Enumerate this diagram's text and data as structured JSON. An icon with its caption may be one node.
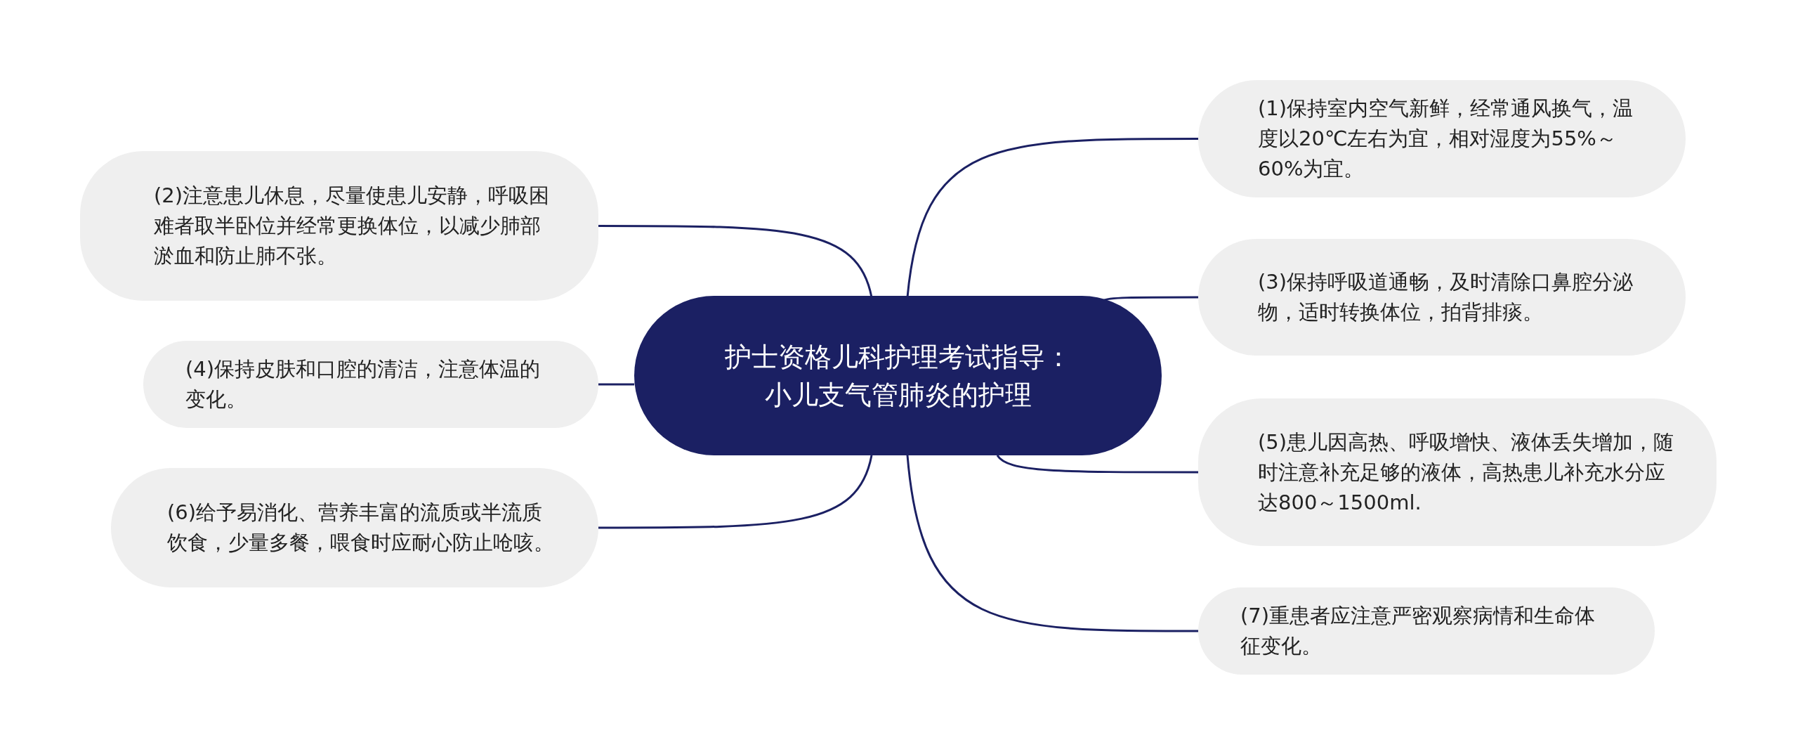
{
  "diagram": {
    "nodes": [
      {
        "text": [
          "护士资格儿科护理考试指导：小儿支气管肺炎的护理"
        ]
      },
      {
        "text": [
          "(1)保持室内空气新鲜，经常通风换气，温度以20℃左右为宜，相对湿度为55%～60%为宜。"
        ]
      },
      {
        "text": [
          "(2)注意患儿休息，尽量使患儿安静，呼吸困难者取半卧位并经常更换体位，以减少肺部淤血和防止肺不张。"
        ]
      },
      {
        "text": [
          "(3)保持呼吸道通畅，及时清除口鼻腔分泌物，适时转换体位，拍背排痰。"
        ]
      },
      {
        "text": [
          "(4)保持皮肤和口腔的清洁，注意体温的变化。"
        ]
      },
      {
        "text": [
          "(5)患儿因高热、呼吸增快、液体丢失增加，随时注意补充足够的液体，高热患儿补充水分应达800～1500ml."
        ]
      },
      {
        "text": [
          "(6)给予易消化、营养丰富的流质或半流质饮食，少量多餐，喂食时应耐心防止呛咳。"
        ]
      },
      {
        "text": [
          "(7)重患者应注意严密观察病情和生命体征变化。"
        ]
      }
    ],
    "edges": [
      {
        "from": 0,
        "to": 1,
        "arrow": "none"
      },
      {
        "from": 0,
        "to": 2,
        "arrow": "none"
      },
      {
        "from": 0,
        "to": 3,
        "arrow": "none"
      },
      {
        "from": 0,
        "to": 4,
        "arrow": "none"
      },
      {
        "from": 0,
        "to": 5,
        "arrow": "none"
      },
      {
        "from": 0,
        "to": 6,
        "arrow": "none"
      },
      {
        "from": 0,
        "to": 7,
        "arrow": "none"
      }
    ]
  }
}
